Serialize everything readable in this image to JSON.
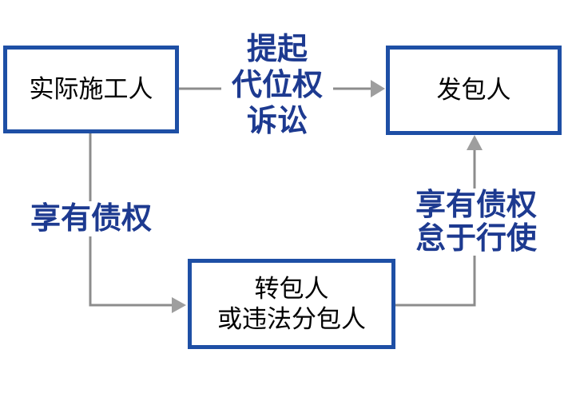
{
  "diagram": {
    "nodes": {
      "actual_constructor": {
        "label": "实际施工人"
      },
      "employer": {
        "label": "发包人"
      },
      "subcontractor": {
        "line1": "转包人",
        "line2": "或违法分包人"
      }
    },
    "labels": {
      "subrogation": {
        "line1": "提起",
        "line2": "代位权",
        "line3": "诉讼"
      },
      "left_claim": {
        "label": "享有债权"
      },
      "right_claim": {
        "line1": "享有债权",
        "line2": "怠于行使"
      }
    },
    "colors": {
      "node_border": "#1E4FA5",
      "node_fill": "#FFFFFF",
      "node_text": "#000000",
      "label_text": "#1D3A90",
      "connector_line": "#8C8C8C",
      "connector_arrowhead": "#9E9E9E"
    }
  }
}
